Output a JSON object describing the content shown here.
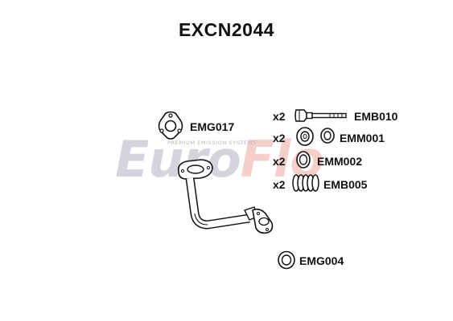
{
  "title": "EXCN2044",
  "watermark": {
    "word_part1": "Euro",
    "word_part2": "Flo",
    "tagline": "PREMIUM EMISSION SYSTEMS",
    "colors": {
      "part1": "#d3d4dc",
      "part2": "#f6cfcb"
    }
  },
  "parts": {
    "gasket_flange": {
      "code": "EMG017"
    },
    "bolt": {
      "qty": "x2",
      "code": "EMB010"
    },
    "mount": {
      "qty": "x2",
      "code": "EMM001"
    },
    "mount_small": {
      "qty": "x2",
      "code": "EMM002"
    },
    "spring": {
      "qty": "x2",
      "code": "EMB005"
    },
    "gasket_ring": {
      "code": "EMG004"
    },
    "front_pipe": {}
  }
}
